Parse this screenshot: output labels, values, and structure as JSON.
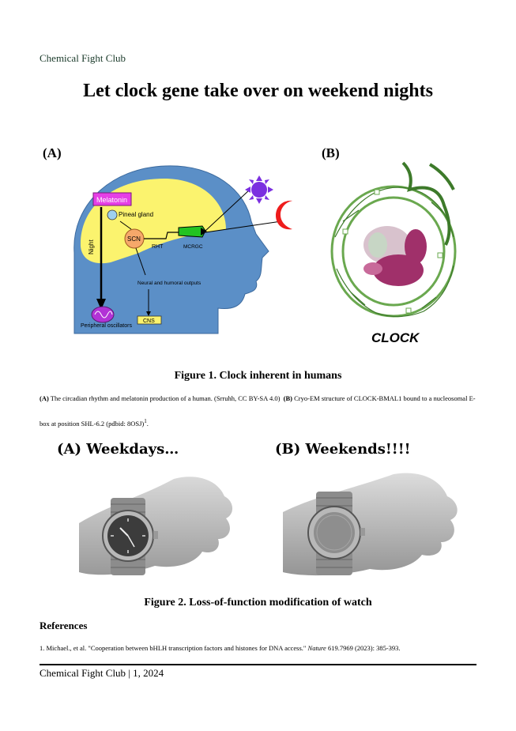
{
  "header": {
    "brand": "Chemical Fight Club"
  },
  "title": "Let clock gene take over on weekend nights",
  "figure1": {
    "panel_a_label": "(A)",
    "panel_b_label": "(B)",
    "diagram": {
      "melatonin": "Melatonin",
      "pineal_gland": "Pineal gland",
      "scn": "SCN",
      "rht": "RHT",
      "mcrgc": "MCRGC",
      "night": "Night",
      "neural_outputs": "Neural and humoral outputs",
      "cns": "CNS",
      "peripheral": "Peripheral oscillators"
    },
    "structure_label": "CLOCK",
    "caption": "Figure 1. Clock inherent in humans",
    "desc_a_label": "(A)",
    "desc_a_text": "The circadian rhythm and melatonin production of a human. (Srruhh, CC BY-SA 4.0)",
    "desc_b_label": "(B)",
    "desc_b_text": "Cryo-EM structure of CLOCK-BMAL1 bound to a nucleosomal E-box at position SHL-6.2 (pdbid: 8OSJ)",
    "desc_b_sup": "1",
    "desc_end": "."
  },
  "figure2": {
    "label_a": "(A) Weekdays…",
    "label_b": "(B) Weekends!!!!",
    "caption": "Figure 2. Loss-of-function modification of watch"
  },
  "references": {
    "heading": "References",
    "item1_authors": "1. Michael., et al. \"Cooperation between bHLH transcription factors and histones for DNA access.\"",
    "item1_journal": "Nature",
    "item1_rest": "619.7969 (2023): 385-393."
  },
  "footer": "Chemical Fight Club | 1, 2024",
  "colors": {
    "head_blue": "#5b8fc7",
    "brain_yellow": "#fbf36e",
    "melatonin_box": "#e63fe6",
    "scn_orange": "#f6a86a",
    "eye_green": "#22c322",
    "sun": "#7b2fe0",
    "moon": "#ee1c1c",
    "dna_green": "#6aa84f",
    "protein_magenta": "#a0306a"
  }
}
